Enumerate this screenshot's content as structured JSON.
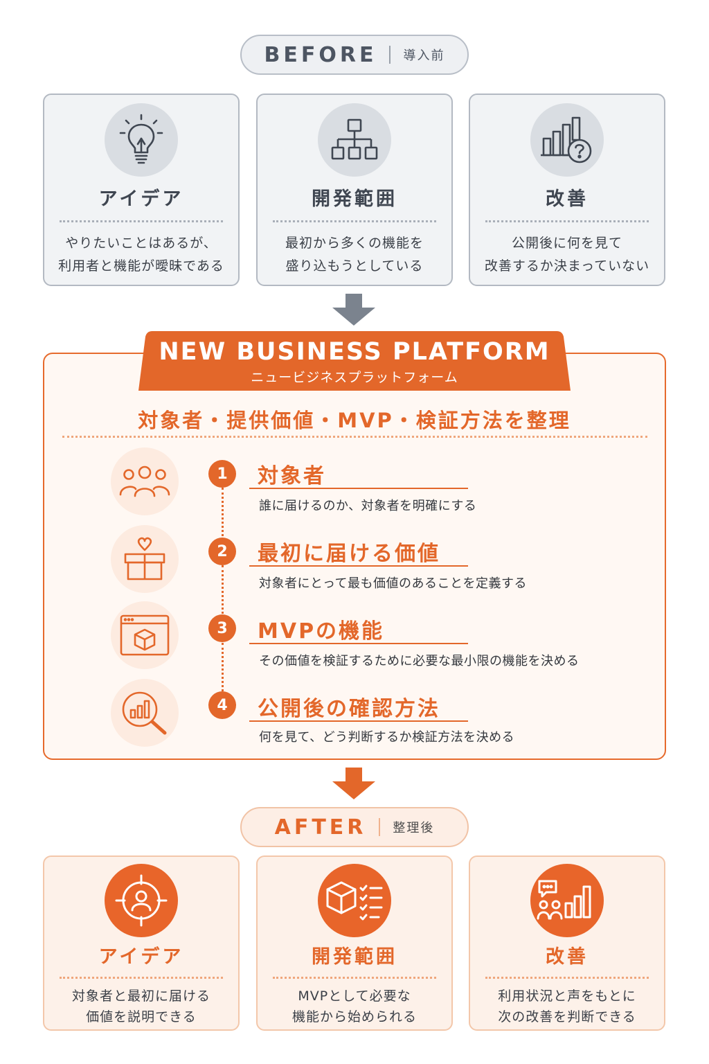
{
  "before": {
    "label": "BEFORE",
    "sublabel": "導入前",
    "cards": [
      {
        "title": "アイデア",
        "line1": "やりたいことはあるが、",
        "line2": "利用者と機能が曖昧である",
        "icon": "lightbulb-icon"
      },
      {
        "title": "開発範囲",
        "line1": "最初から多くの機能を",
        "line2": "盛り込もうとしている",
        "icon": "hierarchy-icon"
      },
      {
        "title": "改善",
        "line1": "公開後に何を見て",
        "line2": "改善するか決まっていない",
        "icon": "chart-question-icon"
      }
    ]
  },
  "platform": {
    "title": "NEW BUSINESS PLATFORM",
    "subtitle": "ニュービジネスプラットフォーム",
    "heading": "対象者・提供価値・MVP・検証方法を整理",
    "steps": [
      {
        "number": "1",
        "title": "対象者",
        "description": "誰に届けるのか、対象者を明確にする",
        "icon": "people-icon"
      },
      {
        "number": "2",
        "title": "最初に届ける価値",
        "description": "対象者にとって最も価値のあることを定義する",
        "icon": "gift-heart-icon"
      },
      {
        "number": "3",
        "title": "MVPの機能",
        "description": "その価値を検証するために必要な最小限の機能を決める",
        "icon": "browser-box-icon"
      },
      {
        "number": "4",
        "title": "公開後の確認方法",
        "description": "何を見て、どう判断するか検証方法を決める",
        "icon": "magnify-chart-icon"
      }
    ]
  },
  "after": {
    "label": "AFTER",
    "sublabel": "整理後",
    "cards": [
      {
        "title": "アイデア",
        "line1": "対象者と最初に届ける",
        "line2": "価値を説明できる",
        "icon": "target-person-icon"
      },
      {
        "title": "開発範囲",
        "line1": "MVPとして必要な",
        "line2": "機能から始められる",
        "icon": "box-checklist-icon"
      },
      {
        "title": "改善",
        "line1": "利用状況と声をもとに",
        "line2": "次の改善を判断できる",
        "icon": "feedback-chart-icon"
      }
    ]
  },
  "colors": {
    "accent": "#e3672a",
    "gray": "#4d5562",
    "before_bg": "#f1f3f5",
    "after_bg": "#fdf1e9"
  }
}
